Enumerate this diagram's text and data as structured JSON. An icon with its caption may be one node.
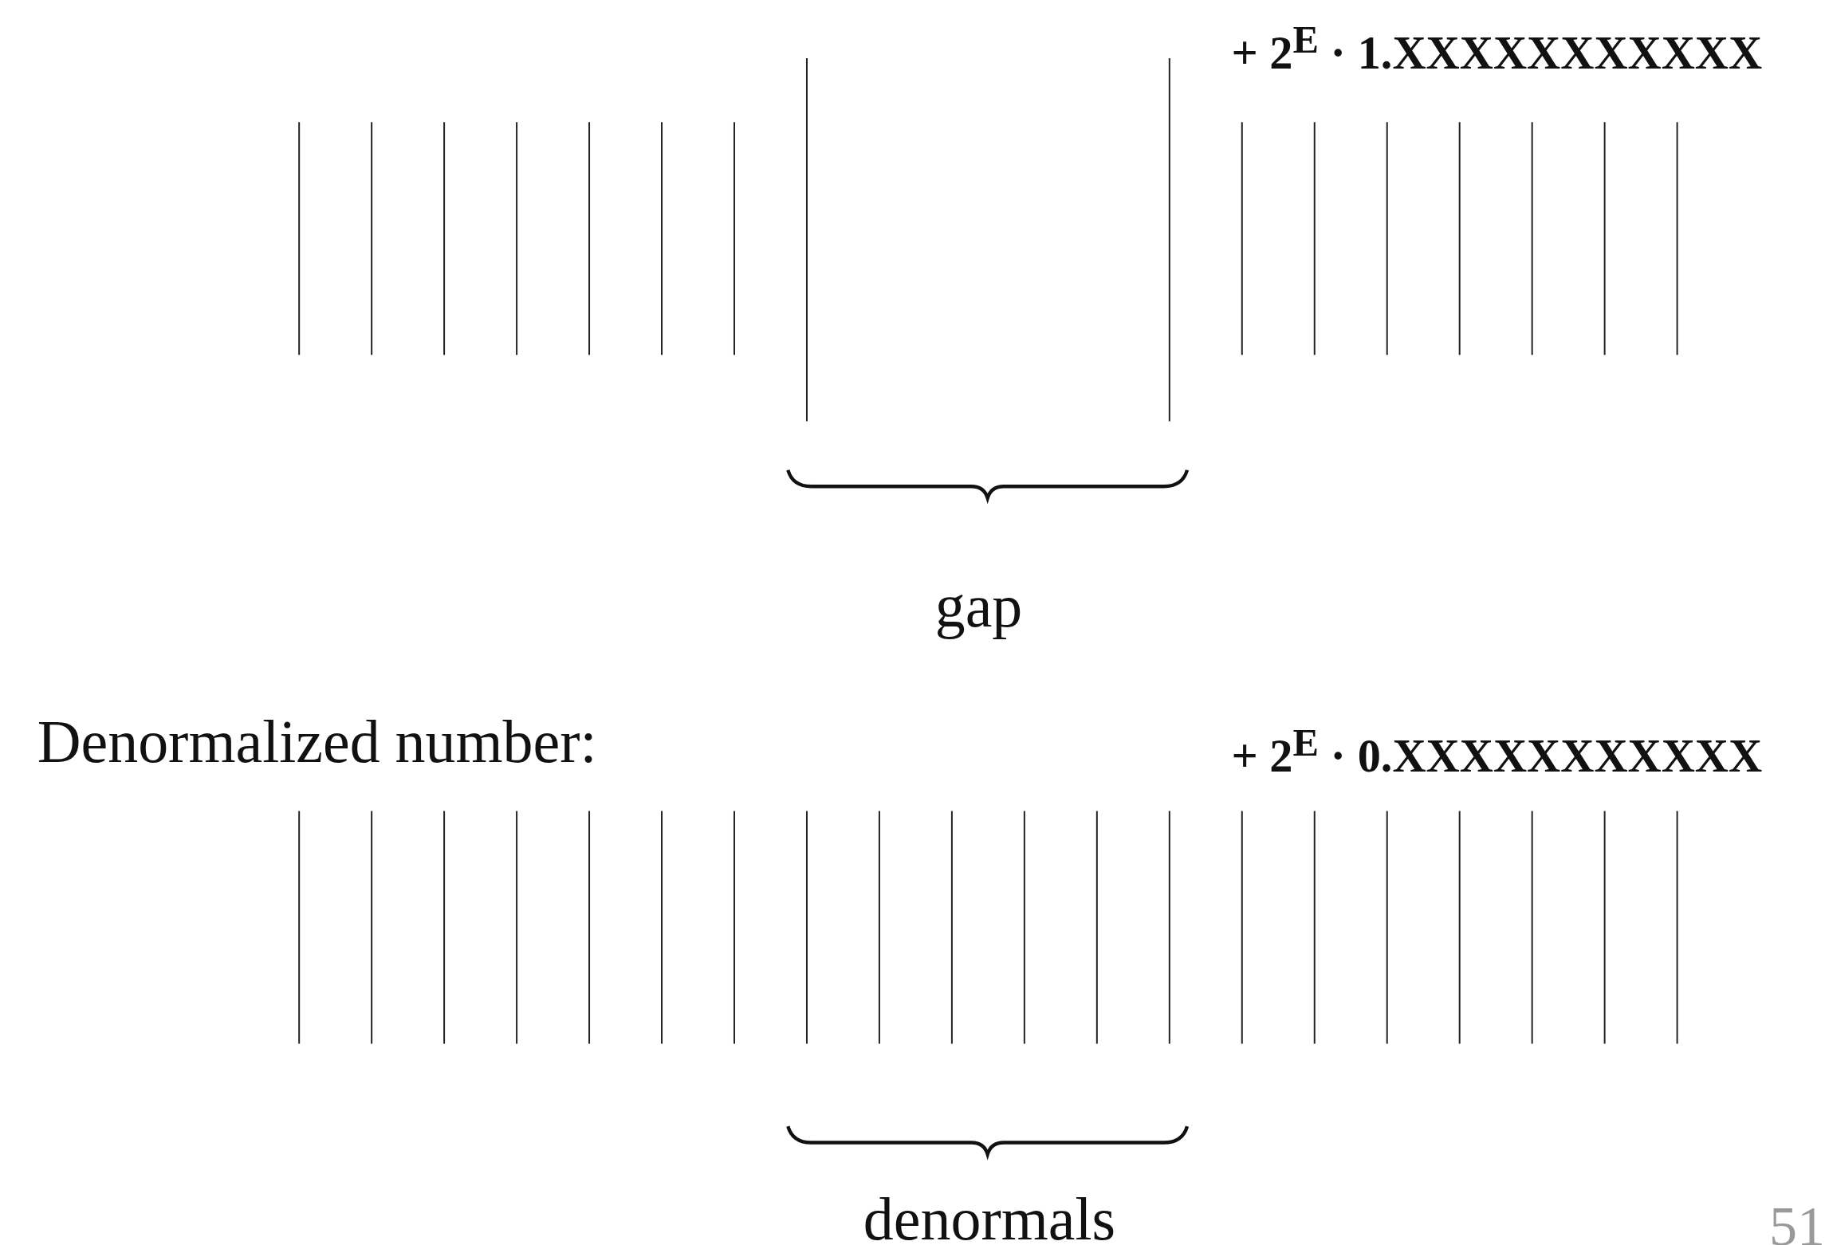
{
  "diagram": {
    "labels": [
      "+ 2$^{E}$ · 1.XXXXXXXXXXX",
      "gap",
      "Denormalized number:",
      "+ 2$^{E}$ · 0.XXXXXXXXXXX",
      "denormals",
      "51"
    ]
  }
}
